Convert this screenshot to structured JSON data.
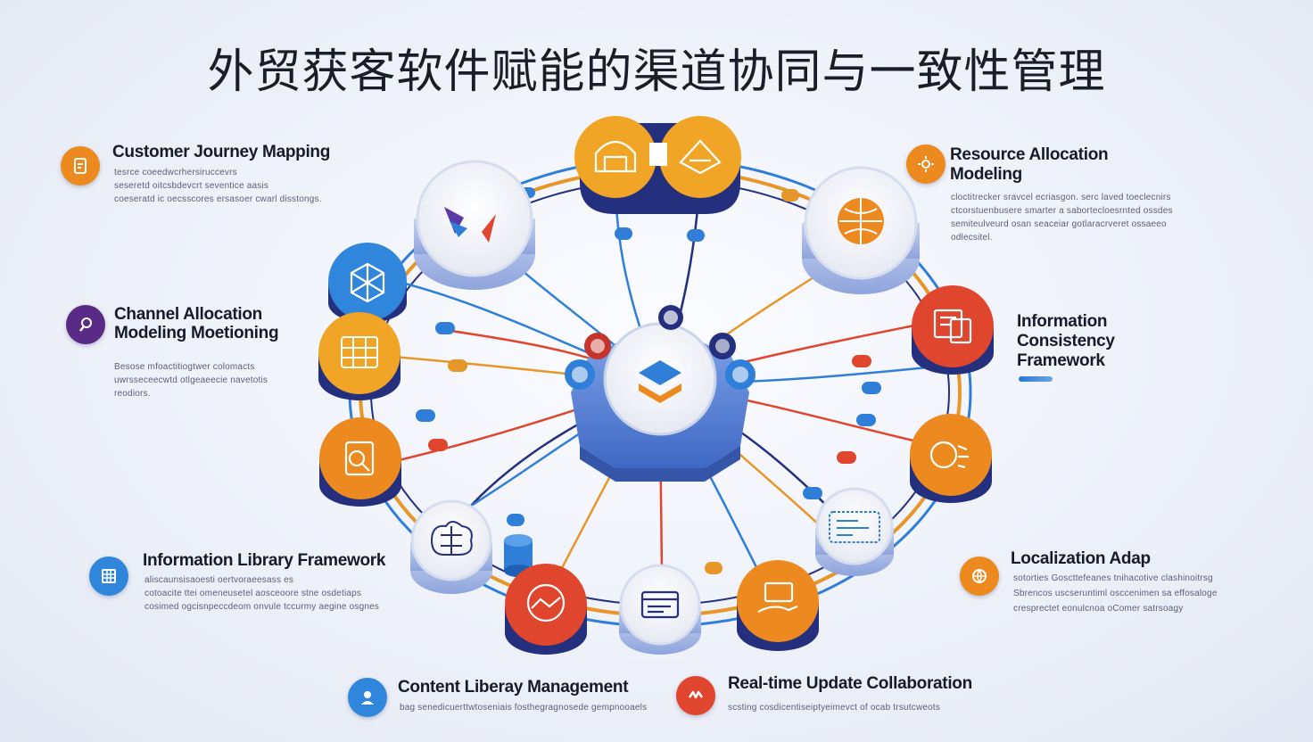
{
  "title": "外贸获客软件赋能的渠道协同与一致性管理",
  "colors": {
    "orange": "#ec8a1f",
    "gold": "#f0a526",
    "blue": "#2f7fd8",
    "navy": "#1f2a78",
    "red": "#e0452e",
    "purple": "#5a2a86",
    "hub": "#4d79cf"
  },
  "callouts": {
    "customer_journey": {
      "title": "Customer Journey Mapping",
      "lines": [
        "tesrce coeedwcrhersiruccevrs",
        "seseretd oitcsbdevcrt seventice aasis",
        "coeseratd ic oecsscores ersasoer cwarl disstongs."
      ],
      "icon": "journey-icon"
    },
    "channel_allocation": {
      "title_lines": [
        "Channel Allocation",
        "Modeling Moetioning"
      ],
      "lines": [
        "Besose mfoactitiogtwer colomacts",
        "uwrsseceecwtd otlgeaeecie navetotis",
        "reodiors."
      ],
      "icon": "key-icon"
    },
    "info_library": {
      "title": "Information Library Framework",
      "lines": [
        "aliscaunsisaoesti oertvoraeesass es",
        "cotoacite ttei omeneusetel aosceoore stne osdetiaps",
        "cosimed ogcisnpeccdeom onvule tccurmy aegine osgnes"
      ],
      "icon": "library-icon"
    },
    "content_library": {
      "title": "Content Liberay Management",
      "lines": [
        "bag senedicuerttwtoseniais fosthegragnosede gempnooaels"
      ],
      "icon": "person-icon"
    },
    "realtime_update": {
      "title": "Real-time Update Collaboration",
      "lines": [
        "scsting cosdicentiseiptyeimevct of ocab trsutcweots"
      ],
      "icon": "collab-icon"
    },
    "resource_allocation": {
      "title_lines": [
        "Resource Allocation",
        "Modeling"
      ],
      "lines": [
        "cloctitrecker sravcel ecriasgon. serc laved toeclecnirs",
        "ctcorstuenbusere smarter a sabortecloesrnted ossdes",
        "semiteulveurd osan seaceiar gotlaracrveret ossaeeo",
        "odlecsitel."
      ],
      "icon": "gear-icon"
    },
    "info_consistency": {
      "title_lines": [
        "Information",
        "Consistency",
        "Framework"
      ]
    },
    "localization": {
      "title": "Localization Adap",
      "lines": [
        "sotorties Goscttefeanes tnihacotive clashinoitrsg",
        "Sbrencos uscseruntiml osccenimen sa effosaloge",
        "cresprectet eonulcnoa oComer satrsoagy"
      ],
      "icon": "globe-icon"
    }
  },
  "nodes": [
    {
      "id": "top-left-cap",
      "icon": "tent-icon"
    },
    {
      "id": "top-right-cap",
      "icon": "cabin-icon"
    },
    {
      "id": "logo-node",
      "icon": "brand-logo-icon"
    },
    {
      "id": "globe-node",
      "icon": "globe-icon"
    },
    {
      "id": "network-node",
      "icon": "network-cube-icon"
    },
    {
      "id": "calendar-node",
      "icon": "calendar-grid-icon"
    },
    {
      "id": "document-node",
      "icon": "document-icon"
    },
    {
      "id": "chat-node",
      "icon": "chat-icon"
    },
    {
      "id": "map-node",
      "icon": "map-icon"
    },
    {
      "id": "flowchart-node",
      "icon": "flowchart-icon"
    },
    {
      "id": "brain-node",
      "icon": "brain-icon"
    },
    {
      "id": "handshake-node",
      "icon": "handshake-icon"
    },
    {
      "id": "card-node",
      "icon": "card-icon"
    },
    {
      "id": "cashhand-node",
      "icon": "cash-hand-icon"
    },
    {
      "id": "hub",
      "icon": "layers-logo-icon"
    }
  ]
}
